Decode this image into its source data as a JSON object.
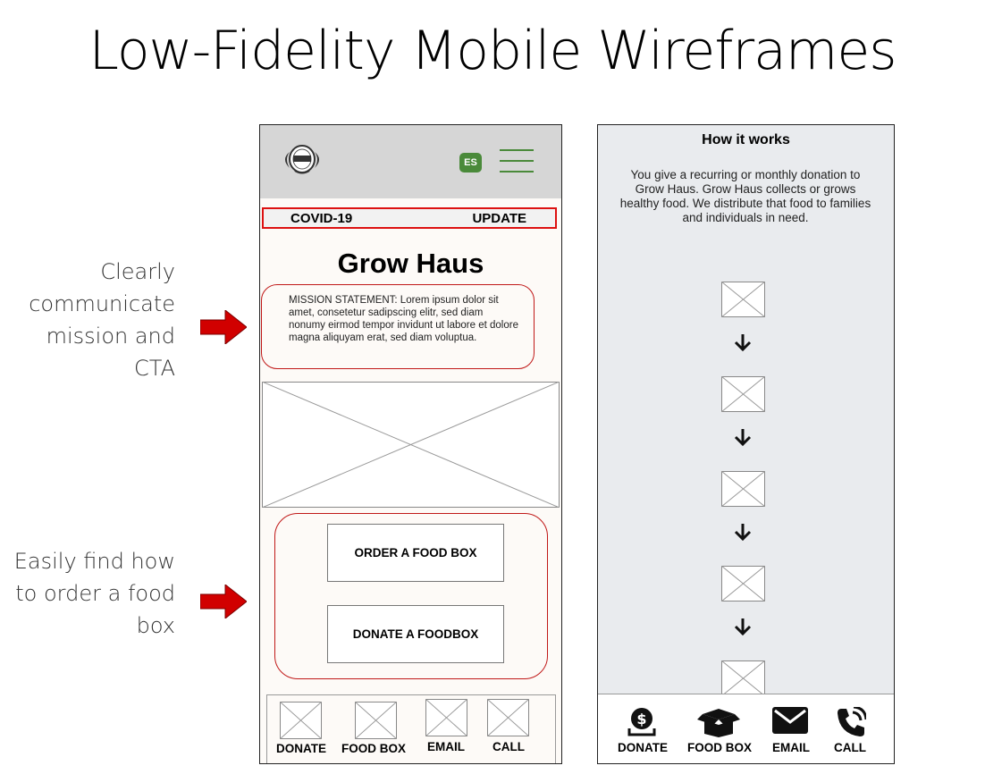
{
  "slide": {
    "title": "Low-Fidelity Mobile Wireframes"
  },
  "annotations": [
    {
      "lines": [
        "Clearly",
        "communicate",
        "mission and",
        "CTA"
      ]
    },
    {
      "lines": [
        "Easily find how",
        "to order a food",
        "box"
      ]
    }
  ],
  "colors": {
    "annotation_arrow": "#d10000",
    "highlight_border": "#c01818",
    "brand_green": "#4a8a3a"
  },
  "home_screen": {
    "header": {
      "logo": "grow-haus-logo",
      "language_badge": "ES",
      "menu_icon": "hamburger-icon"
    },
    "covid_bar": {
      "left": "COVID-19",
      "right": "UPDATE"
    },
    "title": "Grow Haus",
    "mission": "MISSION STATEMENT: Lorem ipsum dolor sit amet, consetetur sadipscing elitr, sed diam nonumy eirmod tempor invidunt ut labore et dolore magna aliquyam erat, sed diam voluptua.",
    "hero_image": "image-placeholder",
    "cta": {
      "order": "ORDER A FOOD BOX",
      "donate": "DONATE A FOODBOX"
    },
    "nav": [
      {
        "label": "DONATE",
        "icon": "image-placeholder"
      },
      {
        "label": "FOOD BOX",
        "icon": "image-placeholder"
      },
      {
        "label": "EMAIL",
        "icon": "image-placeholder"
      },
      {
        "label": "CALL",
        "icon": "image-placeholder"
      }
    ]
  },
  "how_screen": {
    "title": "How it works",
    "body": "You give a recurring or monthly donation to Grow Haus. Grow Haus collects or grows healthy food. We distribute that food to families and individuals in need.",
    "steps": 5,
    "nav": [
      {
        "label": "DONATE",
        "icon": "dollar-coin-icon"
      },
      {
        "label": "FOOD BOX",
        "icon": "open-box-icon"
      },
      {
        "label": "EMAIL",
        "icon": "envelope-icon"
      },
      {
        "label": "CALL",
        "icon": "phone-icon"
      }
    ]
  }
}
